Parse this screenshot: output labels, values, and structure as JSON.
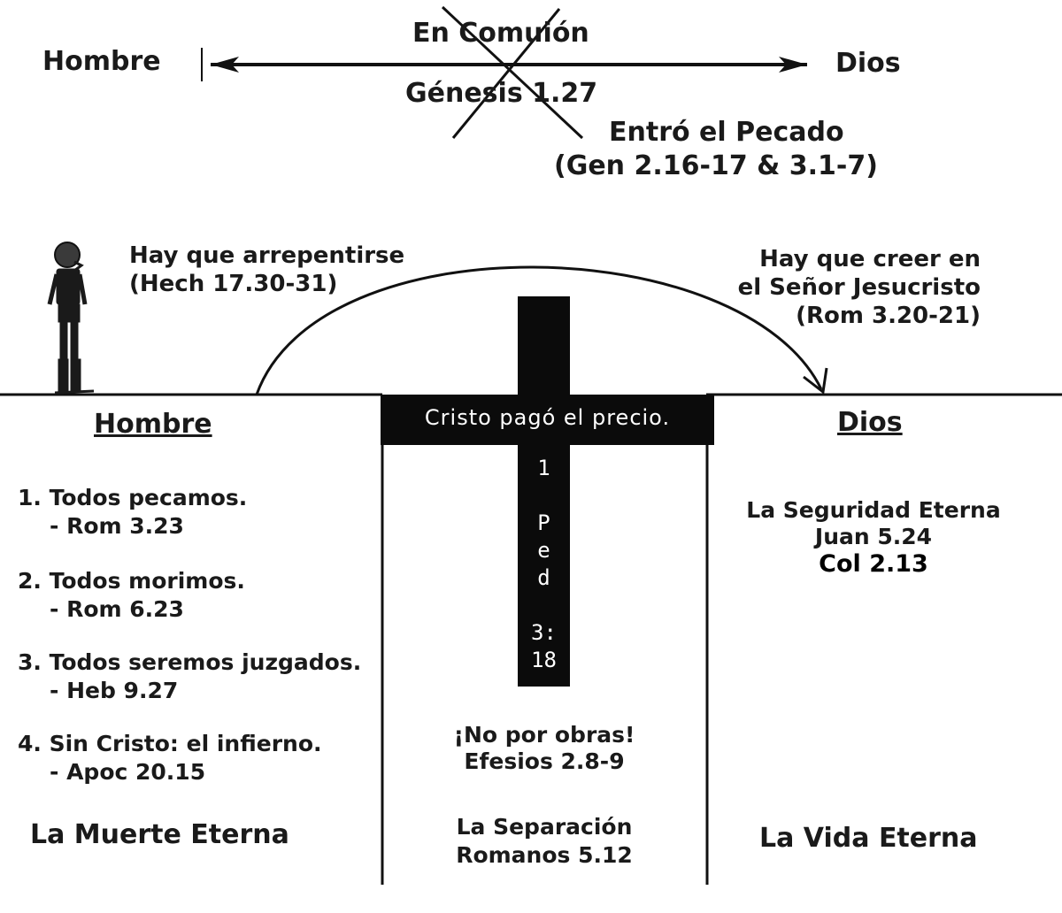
{
  "top": {
    "left_label": "Hombre",
    "right_label": "Dios",
    "above_line": "En Comuión",
    "below_line": "Génesis 1.27",
    "sin_line1": "Entró el Pecado",
    "sin_line2": "(Gen 2.16-17 & 3.1-7)"
  },
  "bridge": {
    "repent_line1": "Hay que arrepentirse",
    "repent_line2": "(Hech 17.30-31)",
    "believe_line1": "Hay que creer en",
    "believe_line2": "el Señor Jesucristo",
    "believe_line3": "(Rom 3.20-21)"
  },
  "left": {
    "heading": "Hombre",
    "points": [
      {
        "text": "1. Todos pecamos.",
        "ref": "- Rom 3.23"
      },
      {
        "text": "2. Todos morimos.",
        "ref": "- Rom 6.23"
      },
      {
        "text": "3. Todos seremos juzgados.",
        "ref": "- Heb 9.27"
      },
      {
        "text": "4. Sin Cristo: el infierno.",
        "ref": "- Apoc 20.15"
      }
    ],
    "outcome": "La Muerte Eterna"
  },
  "cross": {
    "caption": "Cristo pagó el precio.",
    "ref_chars": [
      "1",
      "",
      "P",
      "e",
      "d",
      "",
      "3:",
      "18"
    ]
  },
  "center": {
    "line1": "¡No por obras!",
    "line2": "Efesios 2.8-9",
    "line3": "La Separación",
    "line4": "Romanos 5.12"
  },
  "right": {
    "heading": "Dios",
    "line1": "La Seguridad Eterna",
    "line2": "Juan 5.24",
    "line3": "Col 2.13",
    "outcome": "La Vida Eterna"
  },
  "colors": {
    "ink": "#1a1a1a",
    "cross": "#0b0b0b",
    "background": "#ffffff"
  }
}
